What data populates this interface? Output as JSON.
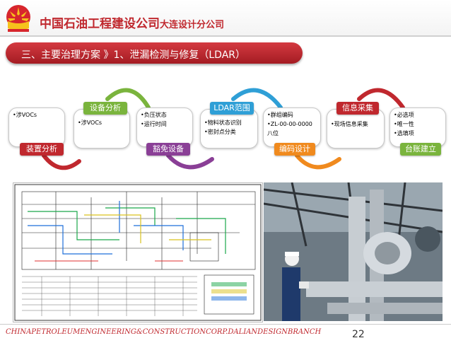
{
  "header": {
    "company": "中国石油工程建设公司",
    "branch": "大连设计分公司"
  },
  "title": "三、主要治理方案 》1、泄漏检测与修复（LDAR）",
  "steps": [
    {
      "tag": "装置分析",
      "items": [
        "•涉VOCs"
      ],
      "color": "#c0282e"
    },
    {
      "tag": "设备分析",
      "items": [
        "•涉VOCs"
      ],
      "color": "#7ab43d"
    },
    {
      "tag": "豁免设备",
      "items": [
        "•负压状态",
        "•运行时间"
      ],
      "color": "#8a3f96"
    },
    {
      "tag": "LDAR范围",
      "items": [
        "•物料状态识别",
        "•密封点分类"
      ],
      "color": "#2f9fd6"
    },
    {
      "tag": "编码设计",
      "items": [
        "•群组编码",
        "•ZL-00-00-0000八位"
      ],
      "color": "#f08a1e"
    },
    {
      "tag": "信息采集",
      "items": [
        "•现场信息采集"
      ],
      "color": "#c0282e"
    },
    {
      "tag": "台账建立",
      "items": [
        "•必选项",
        "•唯一性",
        "•选填项"
      ],
      "color": "#7ab43d"
    }
  ],
  "footer": {
    "company_en": "CHINAPETROLEUMENGINEERING&CONSTRUCTIONCORP.DALIANDESIGNBRANCH",
    "page": "22"
  },
  "colors": {
    "brand_red": "#c0282e",
    "title_bar": "#b5232a"
  }
}
